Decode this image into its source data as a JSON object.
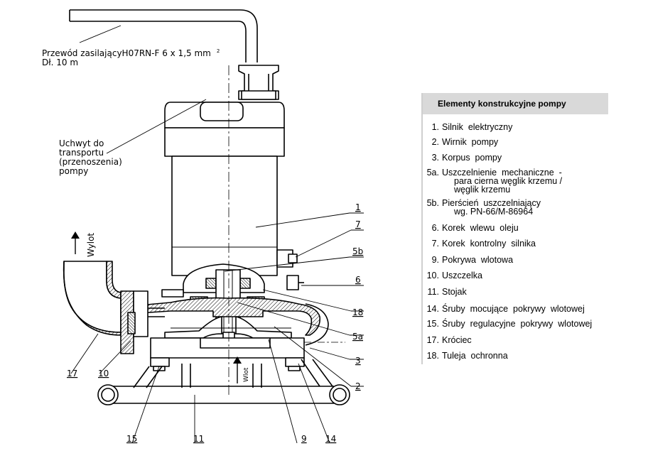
{
  "labels": {
    "cable_line1": "Przewód zasilającyH07RN-F 6 x 1,5 mm",
    "cable_sup": "2",
    "cable_line2": "Dł. 10 m",
    "handle_1": "Uchwyt do",
    "handle_2": "transportu",
    "handle_3": "(przenoszenia)",
    "handle_4": "pompy",
    "outlet_top": "Wylot",
    "inlet": "Wlot"
  },
  "callouts": {
    "c1": "1",
    "c7": "7",
    "c5b": "5b",
    "c6": "6",
    "c18": "18",
    "c5a": "5a",
    "c3": "3",
    "c2": "2",
    "c17": "17",
    "c10": "10",
    "c15": "15",
    "c11": "11",
    "c9": "9",
    "c14": "14"
  },
  "legend": {
    "title": "Elementy konstrukcyjne pompy",
    "items": [
      {
        "num": "1.",
        "text": "Silnik  elektryczny"
      },
      {
        "num": "2.",
        "text": "Wirnik  pompy"
      },
      {
        "num": "3.",
        "text": "Korpus  pompy"
      },
      {
        "num": "5a.",
        "text": "Uszczelnienie  mechaniczne  -",
        "line2": "para cierna węglik krzemu /",
        "line3": "węglik krzemu"
      },
      {
        "num": "5b.",
        "text": "Pierścień  uszczelniający",
        "line2": "wg. PN-66/M-86964"
      },
      {
        "num": "6.",
        "text": "Korek  wlewu  oleju"
      },
      {
        "num": "7.",
        "text": "Korek  kontrolny  silnika"
      },
      {
        "num": "9.",
        "text": "Pokrywa  wlotowa"
      },
      {
        "num": "10.",
        "text": "Uszczelka"
      },
      {
        "num": "11.",
        "text": "Stojak"
      },
      {
        "num": "14.",
        "text": "Śruby  mocujące  pokrywy  wlotowej"
      },
      {
        "num": "15.",
        "text": "Śruby  regulacyjne  pokrywy  wlotowej"
      },
      {
        "num": "17.",
        "text": "Króciec"
      },
      {
        "num": "18.",
        "text": "Tuleja  ochronna"
      }
    ]
  }
}
